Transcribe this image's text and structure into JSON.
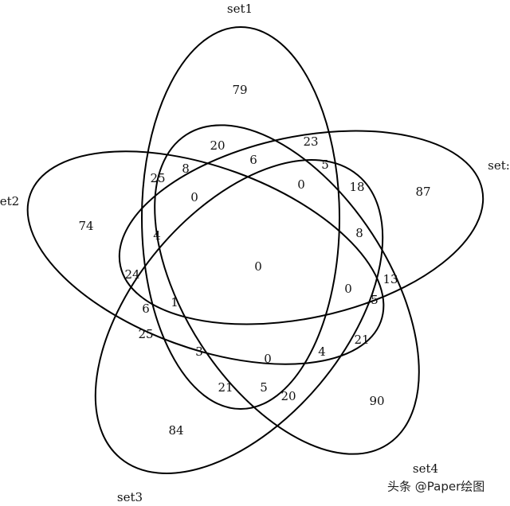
{
  "sets": [
    {
      "id": "set1",
      "label": "set1"
    },
    {
      "id": "set2",
      "label": "et2"
    },
    {
      "id": "set3",
      "label": "set3"
    },
    {
      "id": "set4",
      "label": "set4"
    },
    {
      "id": "set5",
      "label": "set:"
    }
  ],
  "regions": [
    {
      "key": "only-set1",
      "value": "79"
    },
    {
      "key": "only-set2",
      "value": "74"
    },
    {
      "key": "only-set3",
      "value": "84"
    },
    {
      "key": "only-set4",
      "value": "90"
    },
    {
      "key": "only-set5",
      "value": "87"
    },
    {
      "key": "r-20-top",
      "value": "20"
    },
    {
      "key": "r-23",
      "value": "23"
    },
    {
      "key": "r-25-left",
      "value": "25"
    },
    {
      "key": "r-8-left",
      "value": "8"
    },
    {
      "key": "r-6",
      "value": "6"
    },
    {
      "key": "r-5-top",
      "value": "5"
    },
    {
      "key": "r-18",
      "value": "18"
    },
    {
      "key": "r-0-a",
      "value": "0"
    },
    {
      "key": "r-0-b",
      "value": "0"
    },
    {
      "key": "r-4-left",
      "value": "4"
    },
    {
      "key": "r-8-right",
      "value": "8"
    },
    {
      "key": "center",
      "value": "0"
    },
    {
      "key": "r-24",
      "value": "24"
    },
    {
      "key": "r-13",
      "value": "13"
    },
    {
      "key": "r-0-c",
      "value": "0"
    },
    {
      "key": "r-6-left",
      "value": "6"
    },
    {
      "key": "r-1",
      "value": "1"
    },
    {
      "key": "r-5-right",
      "value": "5"
    },
    {
      "key": "r-25-low",
      "value": "25"
    },
    {
      "key": "r-21-right",
      "value": "21"
    },
    {
      "key": "r-3",
      "value": "3"
    },
    {
      "key": "r-0-d",
      "value": "0"
    },
    {
      "key": "r-4-bottom",
      "value": "4"
    },
    {
      "key": "r-21-bottom",
      "value": "21"
    },
    {
      "key": "r-5-bottom",
      "value": "5"
    },
    {
      "key": "r-20-bottom",
      "value": "20"
    }
  ],
  "watermark": "头条 @Paper绘图"
}
